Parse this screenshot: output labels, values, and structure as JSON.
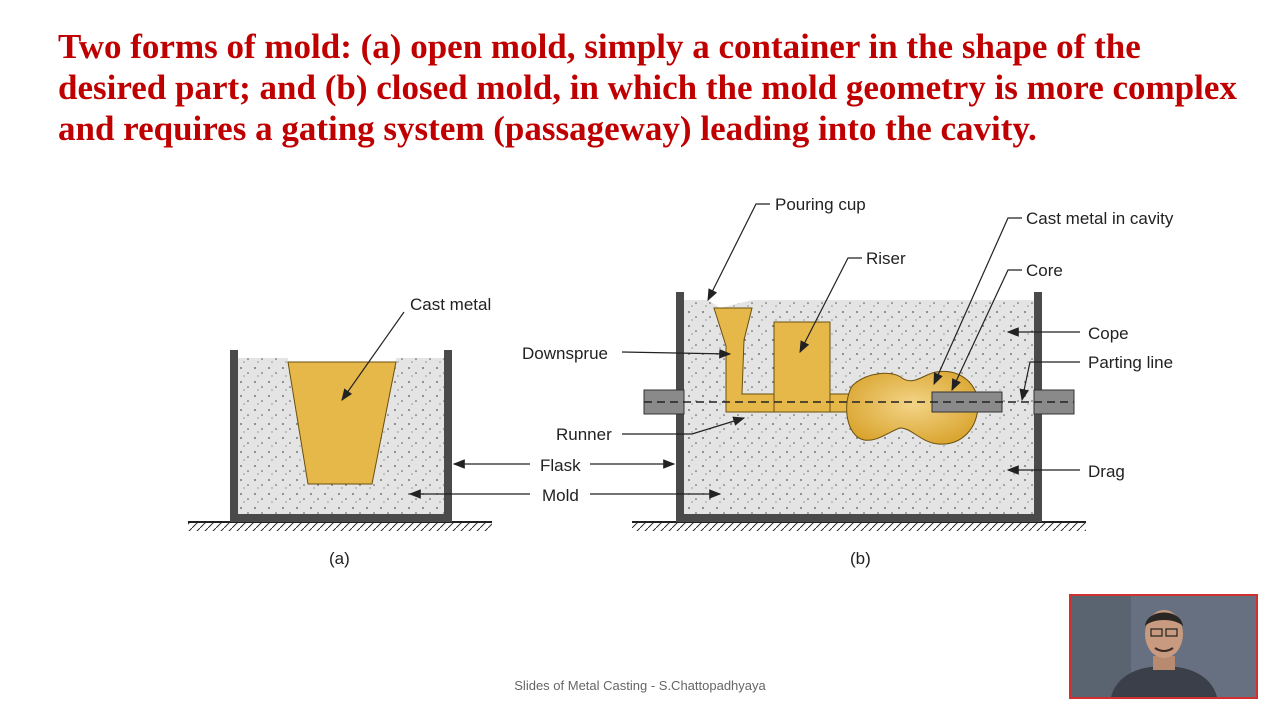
{
  "slide": {
    "heading": "Two forms of mold: (a) open mold, simply a container in the shape of the desired part; and (b) closed mold, in which the mold geometry is more complex and requires a gating system (passageway) leading into the cavity.",
    "footer": "Slides of Metal Casting - S.Chattopadhyaya"
  },
  "diagram": {
    "labels": {
      "cast_metal": "Cast metal",
      "downsprue": "Downsprue",
      "runner": "Runner",
      "flask": "Flask",
      "mold": "Mold",
      "caption_a": "(a)",
      "caption_b": "(b)",
      "pouring_cup": "Pouring cup",
      "riser": "Riser",
      "cast_metal_in_cavity": "Cast metal in cavity",
      "core": "Core",
      "cope": "Cope",
      "parting_line": "Parting line",
      "drag": "Drag"
    },
    "colors": {
      "metal": "#e6b84a",
      "sand": "#e4e4e4",
      "flask_wall": "#4a4a4a",
      "core": "#8a8a8a",
      "heading": "#c00000"
    }
  },
  "presenter": {
    "icon": "presenter-video-thumbnail"
  }
}
